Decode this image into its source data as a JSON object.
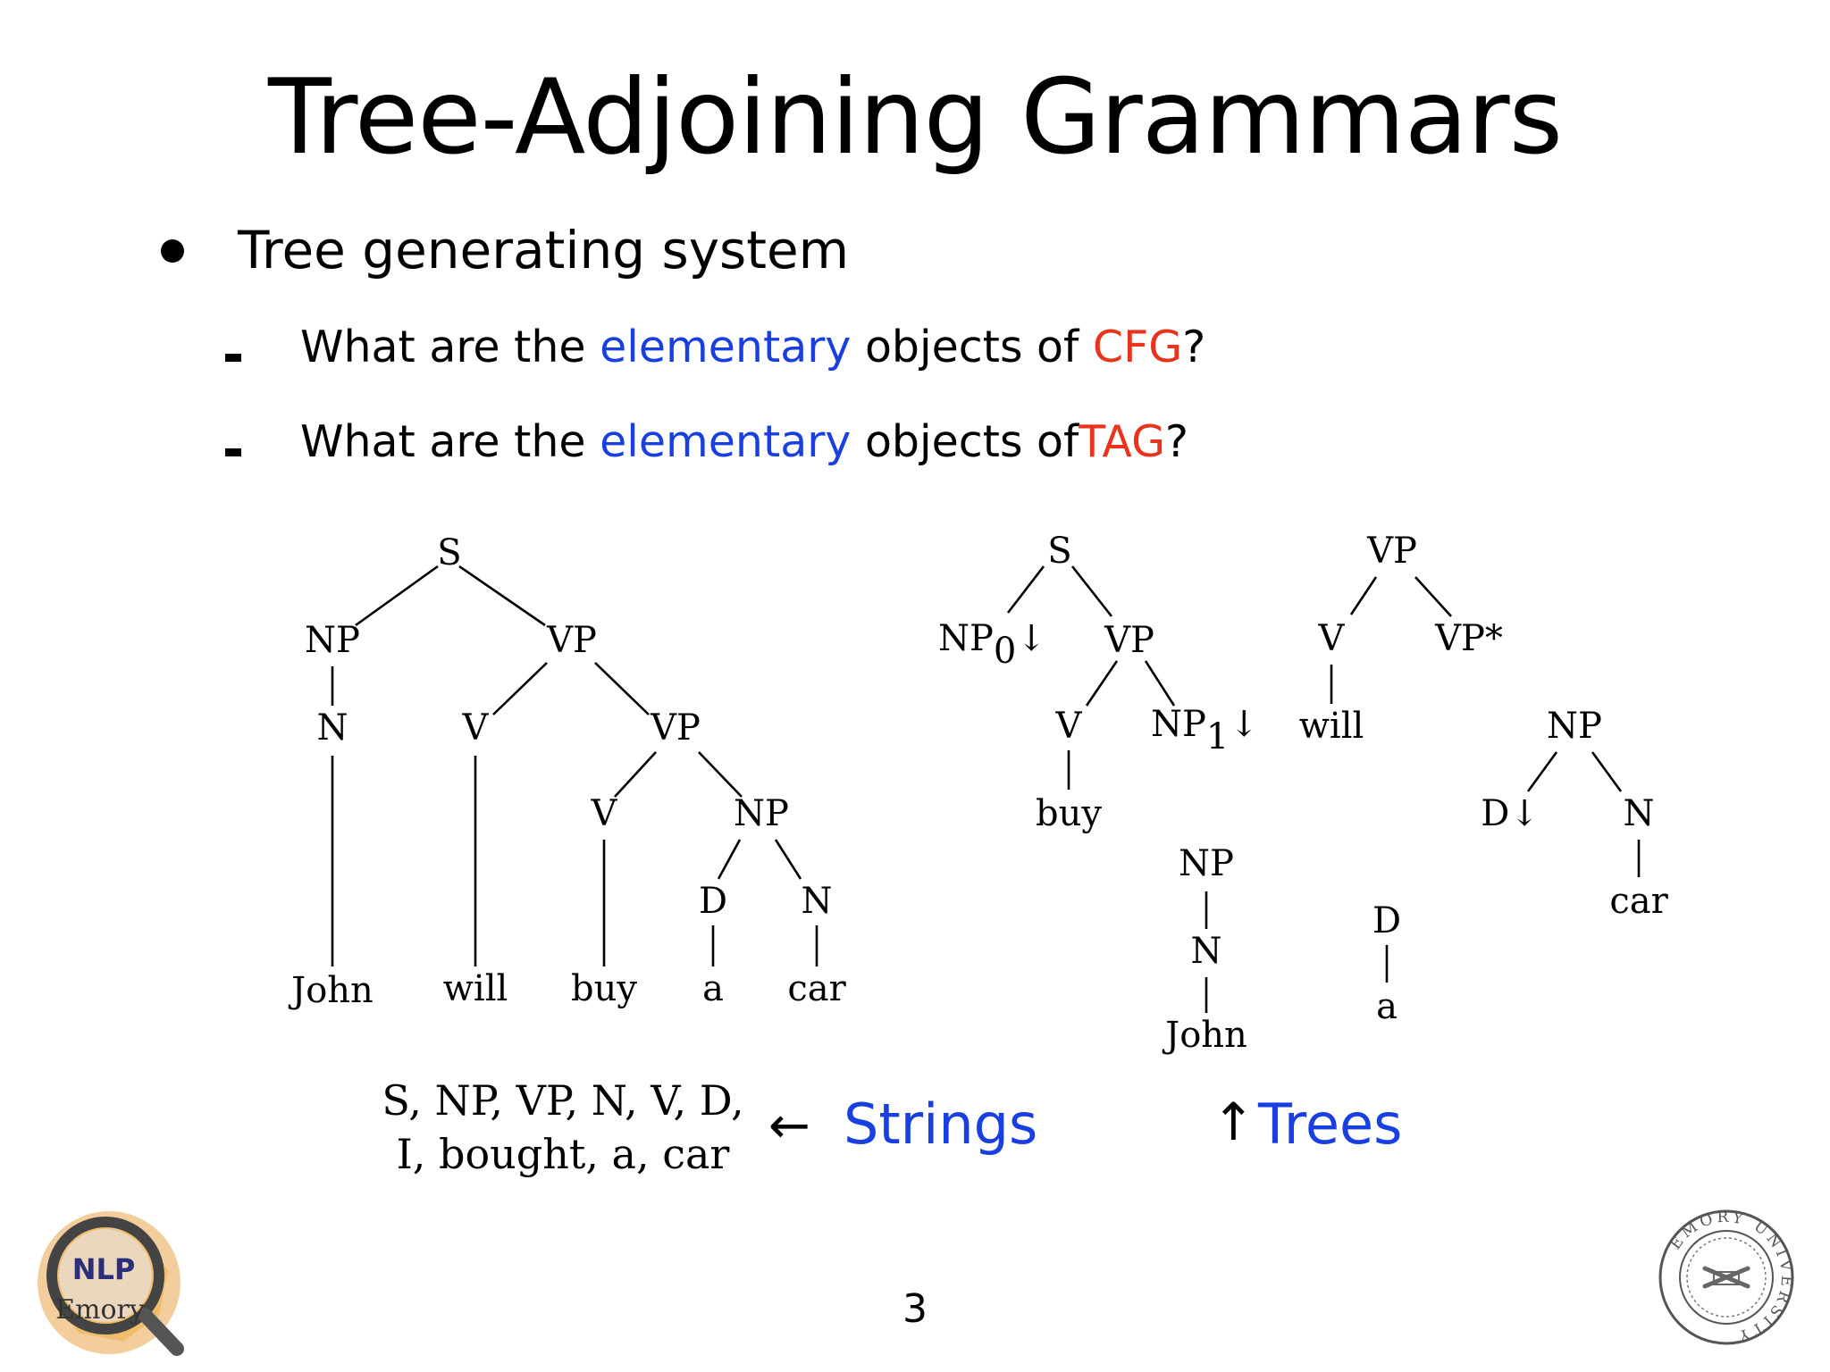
{
  "title": "Tree-Adjoining Grammars",
  "bullet": {
    "text": "Tree generating system"
  },
  "subbullets": [
    {
      "prefix": "What are the ",
      "highlight": "elementary",
      "middle": " objects of ",
      "term": "CFG",
      "suffix": "?"
    },
    {
      "prefix": "What are the ",
      "highlight": "elementary",
      "middle": " objects of",
      "term": "TAG",
      "suffix": "?"
    }
  ],
  "derived_tree": {
    "labels": {
      "s": "S",
      "np": "NP",
      "vp1": "VP",
      "n": "N",
      "v1": "V",
      "vp2": "VP",
      "v2": "V",
      "np2": "NP",
      "d": "D",
      "n2": "N",
      "john": "John",
      "will": "will",
      "buy": "buy",
      "a": "a",
      "car": "car"
    }
  },
  "elementary_trees": {
    "buy_tree": {
      "s": "S",
      "np0": "NP",
      "np0_sub": "0",
      "np0_arrow": "↓",
      "vp": "VP",
      "v": "V",
      "np1": "NP",
      "np1_sub": "1",
      "np1_arrow": "↓",
      "buy": "buy"
    },
    "will_tree": {
      "vp": "VP",
      "v": "V",
      "vp_foot": "VP*",
      "will": "will"
    },
    "john_tree": {
      "np": "NP",
      "n": "N",
      "john": "John"
    },
    "a_tree": {
      "d": "D",
      "a": "a"
    },
    "car_tree": {
      "np": "NP",
      "d": "D↓",
      "n": "N",
      "car": "car"
    }
  },
  "strings_block": {
    "line1": "S, NP, VP, N, V, D,",
    "line2": "I, bought, a, car",
    "arrow": "←",
    "label": "Strings"
  },
  "trees_block": {
    "arrow": "↑",
    "label": "Trees"
  },
  "page_number": "3",
  "logos": {
    "nlp_text_top": "NLP",
    "nlp_text_bottom": "Emory",
    "emory_seal_text": "EMORY UNIVERSITY"
  },
  "colors": {
    "blue": "#1a3fe0",
    "red": "#e8341c"
  }
}
